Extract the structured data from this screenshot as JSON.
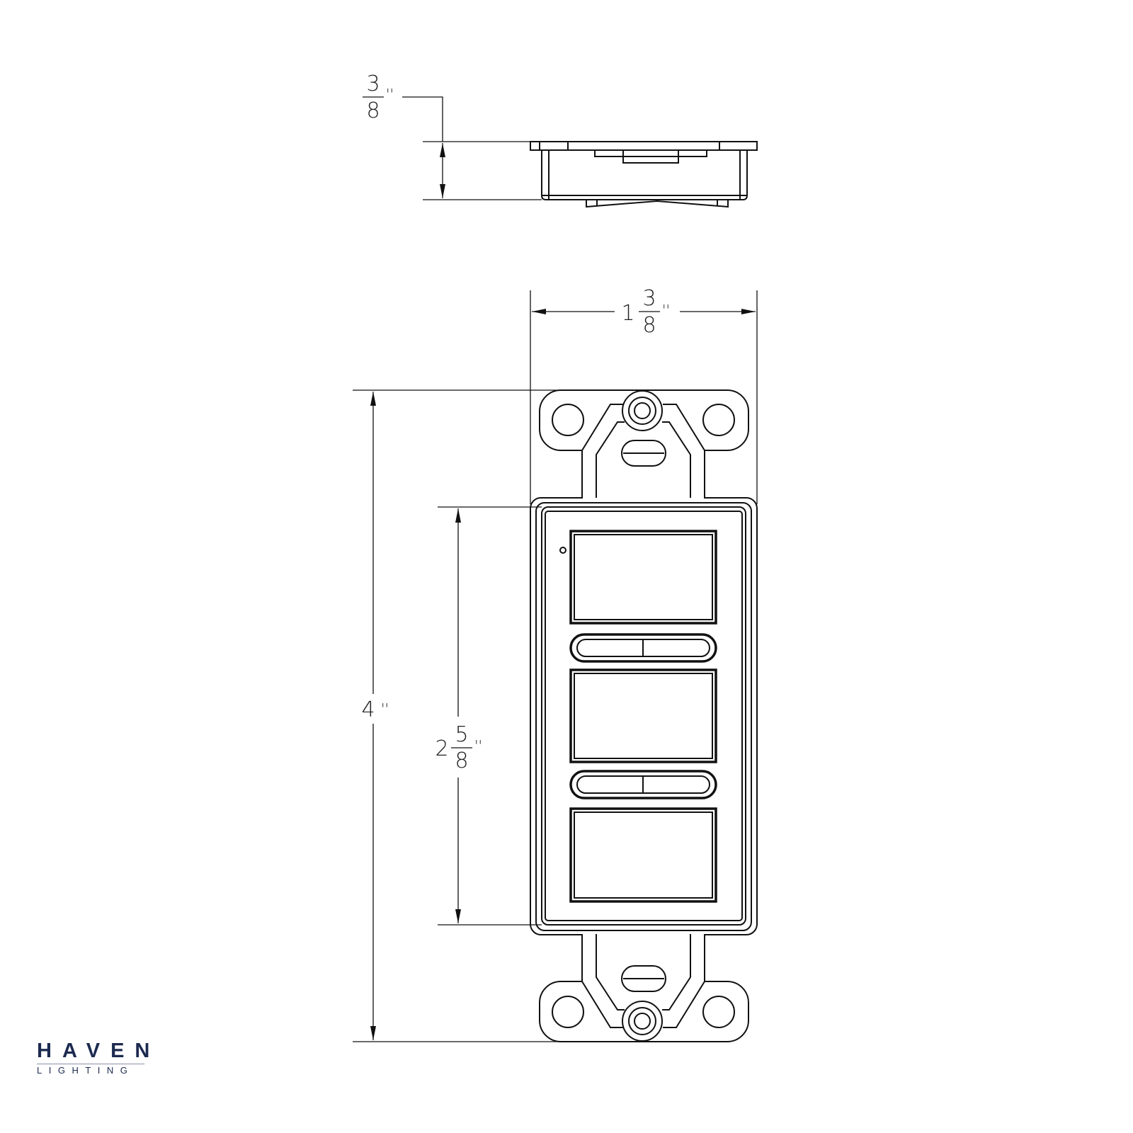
{
  "dimensions": {
    "depth": {
      "whole": "",
      "num": "3",
      "den": "8",
      "unit": "''"
    },
    "width": {
      "whole": "1",
      "num": "3",
      "den": "8",
      "unit": "''"
    },
    "height": {
      "whole": "4",
      "unit": "''"
    },
    "face_height": {
      "whole": "2",
      "num": "5",
      "den": "8",
      "unit": "''"
    }
  },
  "logo": {
    "brand": "HAVEN",
    "tagline": "LIGHTING",
    "color": "#1c2a4f"
  }
}
